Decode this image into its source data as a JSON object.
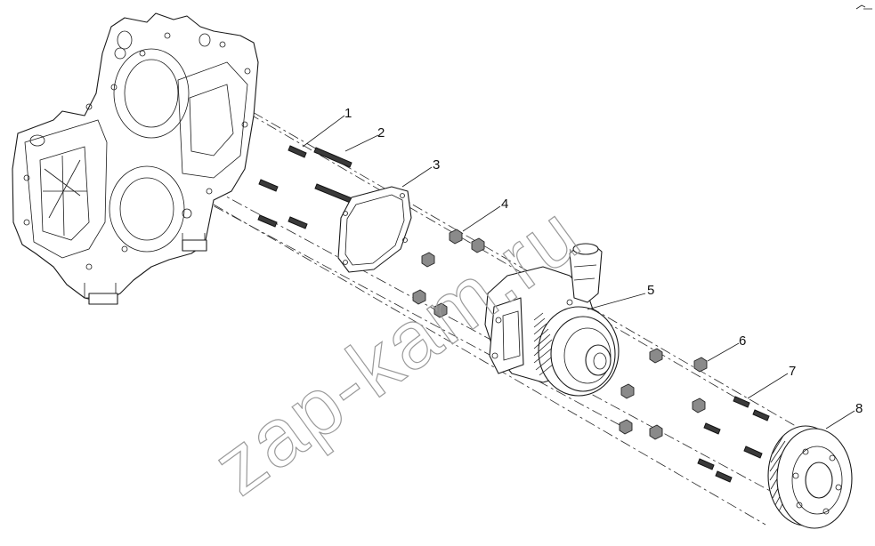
{
  "watermark": "zap-kam.ru",
  "callouts": [
    {
      "id": "1",
      "label": "1"
    },
    {
      "id": "2",
      "label": "2"
    },
    {
      "id": "3",
      "label": "3"
    },
    {
      "id": "4",
      "label": "4"
    },
    {
      "id": "5",
      "label": "5"
    },
    {
      "id": "6",
      "label": "6"
    },
    {
      "id": "7",
      "label": "7"
    },
    {
      "id": "8",
      "label": "8"
    }
  ],
  "icons": {
    "corner_mark": "small-arrow-icon"
  }
}
